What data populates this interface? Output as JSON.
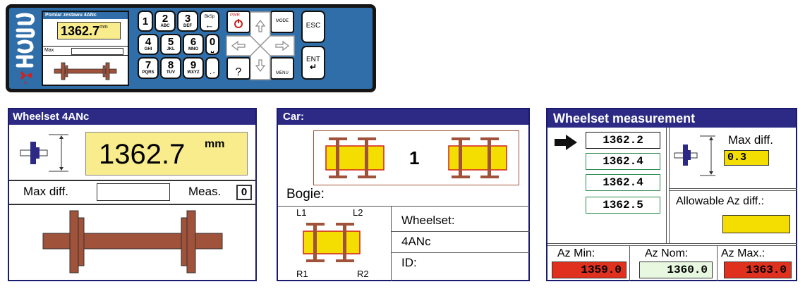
{
  "device": {
    "screen_title": "Pomiar zestawu 4ANc",
    "screen_value": "1362.7",
    "screen_unit": "mm",
    "screen_max_label": "Max",
    "keys": [
      {
        "digit": "1",
        "sub": ""
      },
      {
        "digit": "2",
        "sub": "ABC"
      },
      {
        "digit": "3",
        "sub": "DEF"
      },
      {
        "digit": "4",
        "sub": "GHI"
      },
      {
        "digit": "5",
        "sub": "JKL"
      },
      {
        "digit": "6",
        "sub": "MNO"
      },
      {
        "digit": "7",
        "sub": "PQRS"
      },
      {
        "digit": "8",
        "sub": "TUV"
      },
      {
        "digit": "9",
        "sub": "WXYZ"
      },
      {
        "digit": "0",
        "sub": ""
      }
    ],
    "dot_key": ". -",
    "bksp_label": "BkSp",
    "pwr_label": "PWR",
    "mode_label": "MODE",
    "menu_label": "MENU",
    "help_label": "?",
    "esc_label": "ESC",
    "ent_label": "ENT"
  },
  "panel1": {
    "title": "Wheelset 4ANc",
    "value": "1362.7",
    "unit": "mm",
    "max_label": "Max diff.",
    "meas_label": "Meas.",
    "meas_value": "0"
  },
  "panel2": {
    "title": "Car:",
    "car_number": "1",
    "bogie_label": "Bogie:",
    "l1": "L1",
    "l2": "L2",
    "r1": "R1",
    "r2": "R2",
    "wheelset_label": "Wheelset:",
    "wheelset_value": "4ANc",
    "id_label": "ID:"
  },
  "panel3": {
    "title": "Wheelset measurement",
    "measurements": [
      "1362.2",
      "1362.4",
      "1362.4",
      "1362.5"
    ],
    "max_diff_label": "Max diff.",
    "max_diff_value": "0.3",
    "allowable_label": "Allowable Az diff.:",
    "allowable_value": "",
    "az_min_label": "Az Min:",
    "az_min_value": "1359.0",
    "az_nom_label": "Az Nom:",
    "az_nom_value": "1360.0",
    "az_max_label": "Az Max.:",
    "az_max_value": "1363.0"
  },
  "colors": {
    "title_bar": "#2c2a84",
    "device_blue": "#2f6ea8",
    "value_yellow": "#f8ec8c",
    "axle_brown": "#a0523a",
    "red_cell": "#e0301e",
    "green_cell": "#e8f8e0"
  }
}
